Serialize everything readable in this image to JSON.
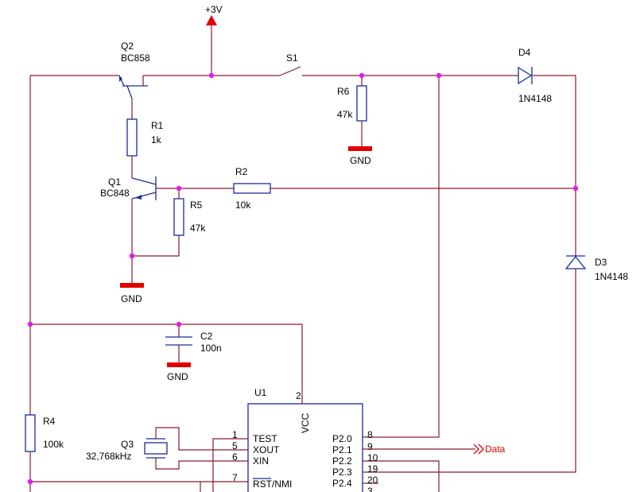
{
  "supply": {
    "label": "+3V"
  },
  "transistors": {
    "q2": {
      "ref": "Q2",
      "part": "BC858"
    },
    "q1": {
      "ref": "Q1",
      "part": "BC848"
    }
  },
  "switch": {
    "ref": "S1"
  },
  "resistors": {
    "r1": {
      "ref": "R1",
      "value": "1k"
    },
    "r2": {
      "ref": "R2",
      "value": "10k"
    },
    "r4": {
      "ref": "R4",
      "value": "100k"
    },
    "r5": {
      "ref": "R5",
      "value": "47k"
    },
    "r6": {
      "ref": "R6",
      "value": "47k"
    }
  },
  "capacitor": {
    "ref": "C2",
    "value": "100n"
  },
  "crystal": {
    "ref": "Q3",
    "value": "32,768kHz"
  },
  "diodes": {
    "d3": {
      "ref": "D3",
      "part": "1N4148"
    },
    "d4": {
      "ref": "D4",
      "part": "1N4148"
    }
  },
  "ground_label": "GND",
  "ic": {
    "ref": "U1",
    "vcc_label": "VCC",
    "vcc_pin": "2",
    "left_pins": [
      {
        "num": "1",
        "name": "TEST"
      },
      {
        "num": "5",
        "name": "XOUT"
      },
      {
        "num": "6",
        "name": "XIN"
      },
      {
        "num": "7",
        "name": "RST/NMI"
      }
    ],
    "right_pins": [
      {
        "num": "8",
        "name": "P2.0"
      },
      {
        "num": "9",
        "name": "P2.1"
      },
      {
        "num": "10",
        "name": "P2.2"
      },
      {
        "num": "19",
        "name": "P2.3"
      },
      {
        "num": "20",
        "name": "P2.4"
      },
      {
        "num": "3",
        "name": ""
      }
    ]
  },
  "net_labels": {
    "data": "Data"
  },
  "colors": {
    "wire": "#8a1a2f",
    "component": "#1a2a9a",
    "ground": "#e00000",
    "junction": "#e21de2",
    "net_label": "#e00000"
  }
}
